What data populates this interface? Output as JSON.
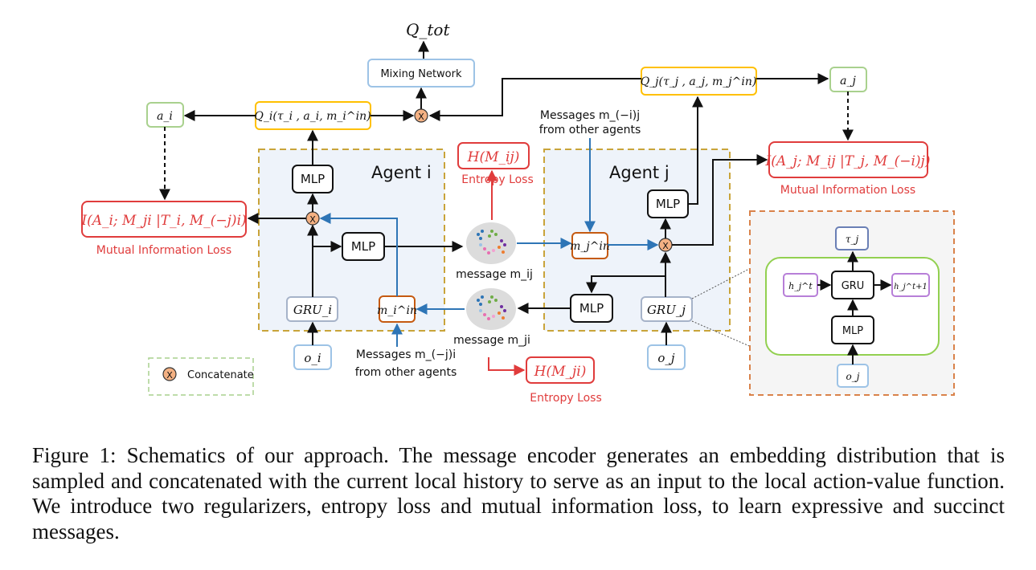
{
  "figure": {
    "q_tot": "Q_tot",
    "mixing_network": "Mixing Network",
    "agent_i": {
      "title": "Agent i",
      "mlp_top": "MLP",
      "mlp_mid": "MLP",
      "gru": "GRU_i",
      "m_in": "m_i^in",
      "q": "Q_i(τ_i , a_i, m_i^in)",
      "action": "a_i",
      "obs": "o_i"
    },
    "agent_j": {
      "title": "Agent j",
      "mlp_top": "MLP",
      "mlp_bottom": "MLP",
      "gru": "GRU_j",
      "m_in": "m_j^in",
      "q": "Q_j(τ_j , a_j, m_j^in)",
      "action": "a_j",
      "obs": "o_j"
    },
    "mi_loss_i": "I(A_i; M_ji |T_i, M_(−j)i)",
    "mi_loss_i_label": "Mutual Information Loss",
    "mi_loss_j": "I(A_j; M_ij |T_j, M_(−i)j)",
    "mi_loss_j_label": "Mutual Information Loss",
    "entropy_ij": "H(M_ij)",
    "entropy_ij_label": "Entropy Loss",
    "entropy_ji": "H(M_ji)",
    "entropy_ji_label": "Entropy Loss",
    "message_ij": "message m_ij",
    "message_ji": "message m_ji",
    "msgs_to_j_line1": "Messages m_(−i)j",
    "msgs_to_j_line2": "from other agents",
    "msgs_to_i_line1": "Messages m_(−j)i",
    "msgs_to_i_line2": "from other agents",
    "concatenate_label": "Concatenate",
    "concat_symbol": "X",
    "inset": {
      "tau": "τ_j",
      "h_in": "h_j^t",
      "gru": "GRU",
      "h_out": "h_j^t+1",
      "mlp": "MLP",
      "obs": "o_j"
    },
    "colors": {
      "blue_box": "#9dc3e6",
      "yellow_box": "#ffc000",
      "green_box": "#a9d18e",
      "red": "#e03c3c",
      "orange_box": "#c55a11",
      "agent_bg": "#eef3fa",
      "agent_border": "#c9a43a",
      "inset_border": "#d9824a",
      "inset_inner_border": "#92d050",
      "purple": "#b77fd8",
      "arrow_blue": "#2e75b6",
      "concat_fill": "#f4b183"
    }
  },
  "caption": "Figure 1: Schematics of our approach. The message encoder generates an embedding distribution that is sampled and concatenated with the current local history to serve as an input to the local action-value function. We introduce two regularizers, entropy loss and mutual information loss, to learn expressive and succinct messages."
}
